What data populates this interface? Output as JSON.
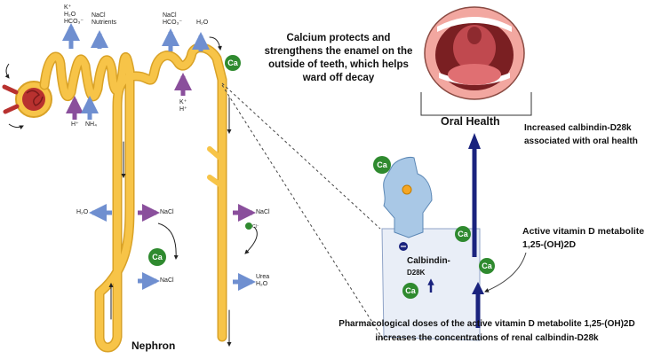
{
  "captions": {
    "calcium_protects": "Calcium protects and strengthens the enamel on the outside of teeth, which helps ward off decay",
    "oral_health": "Oral Health",
    "increased_calbindin": "Increased calbindin-D28k associated with oral health",
    "active_vitamin_d": "Active vitamin D metabolite 1,25-(OH)2D",
    "pharmacological": "Pharmacological doses of the active vitamin D metabolite 1,25-(OH)2D increases the concentrations of renal calbindin-D28k",
    "nephron": "Nephron"
  },
  "nephron_labels": {
    "k_h2o_hco3": [
      "K⁺",
      "H₂O",
      "HCO₃⁻"
    ],
    "nacl_nutrients": [
      "NaCl",
      "Nutrients"
    ],
    "h_plus": "H⁺",
    "nh4": "NH₄",
    "nacl_hco3": [
      "NaCl",
      "HCO₃⁻"
    ],
    "h2o_top": "H₂O",
    "k_h_mid": [
      "K⁺",
      "H⁺"
    ],
    "h2o_loop": "H₂O",
    "nacl_loop_upper": "NaCl",
    "nacl_loop_lower": "NaCl",
    "nacl_collecting": "NaCl",
    "urea_h2o": [
      "Urea",
      "H₂O"
    ],
    "cl_symbol": "Cl⁻"
  },
  "calcium_symbol": "Ca",
  "calbindin": {
    "name": "Calbindin-",
    "subscript": "D28K"
  },
  "colors": {
    "tubule": "#f7c448",
    "tubule_edge": "#d9a227",
    "arrow_blue": "#6f8fd0",
    "arrow_purple": "#8a4f9c",
    "calcium_green": "#2f8a2f",
    "navy": "#1a237e",
    "cell_blue": "#a9c8e6"
  }
}
